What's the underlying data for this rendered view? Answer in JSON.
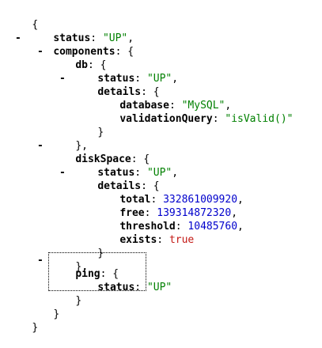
{
  "json_viewer": {
    "collapse_glyph": "-",
    "open_brace": "{",
    "close_brace": "}",
    "close_brace_comma": "},",
    "colon": ":",
    "comma": ",",
    "root": {
      "status_key": "status",
      "status_value": "\"UP\"",
      "components_key": "components"
    },
    "db": {
      "key": "db",
      "status_key": "status",
      "status_value": "\"UP\"",
      "details_key": "details",
      "database_key": "database",
      "database_value": "\"MySQL\"",
      "validation_query_key": "validationQuery",
      "validation_query_value": "\"isValid()\""
    },
    "disk_space": {
      "key": "diskSpace",
      "status_key": "status",
      "status_value": "\"UP\"",
      "details_key": "details",
      "total_key": "total",
      "total_value": "332861009920",
      "free_key": "free",
      "free_value": "139314872320",
      "threshold_key": "threshold",
      "threshold_value": "10485760",
      "exists_key": "exists",
      "exists_value": "true"
    },
    "ping": {
      "key": "ping",
      "status_key": "status",
      "status_value": "\"UP\""
    },
    "colors": {
      "string": "#008000",
      "number": "#0000cc",
      "boolean": "#c41a16",
      "key": "#000000"
    }
  }
}
